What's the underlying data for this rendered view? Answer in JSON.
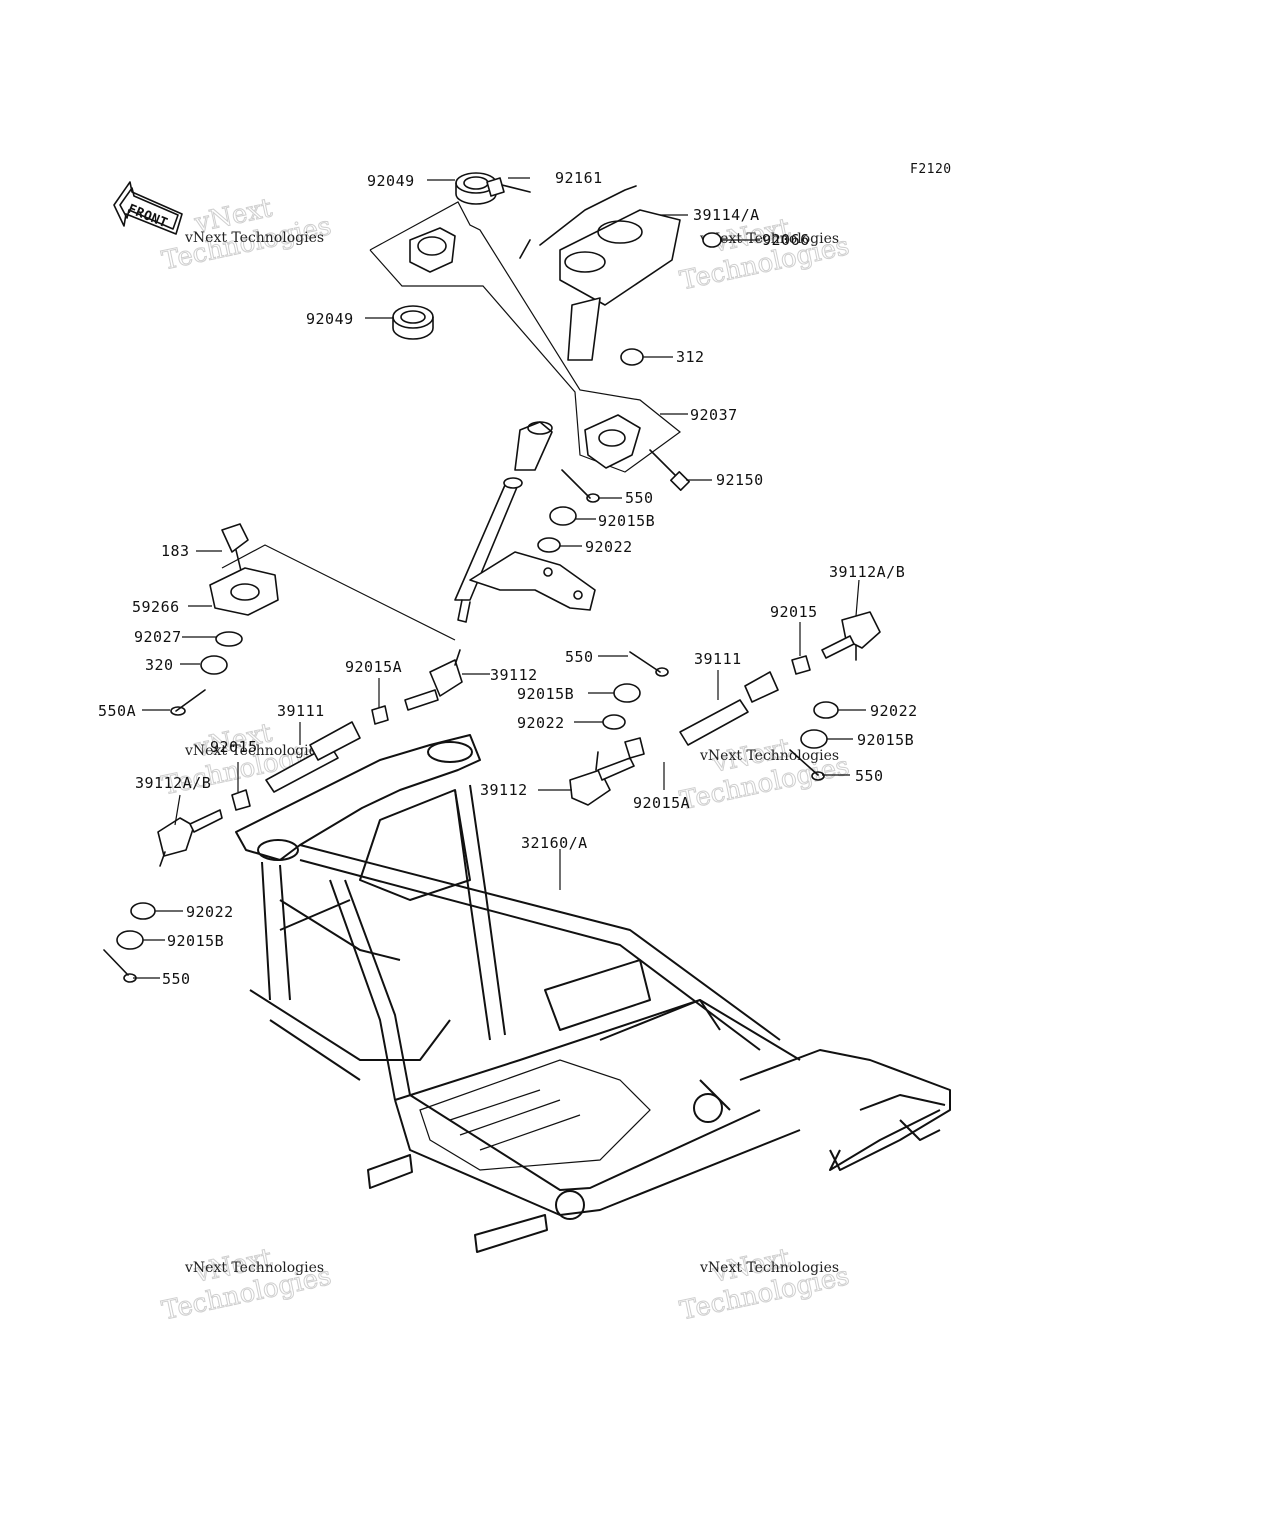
{
  "diagram_code": "F2120",
  "front_arrow_text": "FRONT",
  "watermark": {
    "line1": "vNext",
    "line2": "Technologies",
    "small": "vNext Technologies"
  },
  "labels": {
    "l92049a": "92049",
    "l92161": "92161",
    "l39114": "39114/A",
    "l92066": "92066",
    "l92049b": "92049",
    "l312": "312",
    "l92037": "92037",
    "l92150": "92150",
    "l550a": "550",
    "l92015B_a": "92015B",
    "l92022_a": "92022",
    "l183": "183",
    "l59266": "59266",
    "l92027": "92027",
    "l320": "320",
    "l550A": "550A",
    "l92015A_a": "92015A",
    "l39112_a": "39112",
    "l39111_a": "39111",
    "l92015_a": "92015",
    "l39112AB_a": "39112A/B",
    "l550b": "550",
    "l92015B_b": "92015B",
    "l92022_b": "92022",
    "l39111_b": "39111",
    "l92015_b": "92015",
    "l39112AB_b": "39112A/B",
    "l92022_c": "92022",
    "l92015B_c": "92015B",
    "l550c": "550",
    "l39112_b": "39112",
    "l92015A_b": "92015A",
    "l32160": "32160/A",
    "l92022_d": "92022",
    "l92015B_d": "92015B",
    "l550d": "550"
  }
}
